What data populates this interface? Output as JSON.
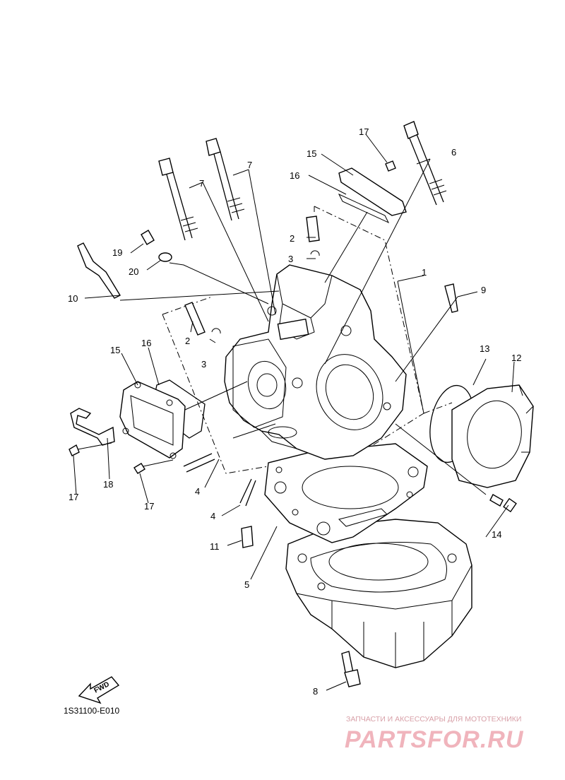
{
  "diagram": {
    "code": "1S31100-E010",
    "fwd_label": "FWD",
    "callouts": [
      {
        "id": "c1",
        "text": "1"
      },
      {
        "id": "c2a",
        "text": "2"
      },
      {
        "id": "c2b",
        "text": "2"
      },
      {
        "id": "c3a",
        "text": "3"
      },
      {
        "id": "c3b",
        "text": "3"
      },
      {
        "id": "c4a",
        "text": "4"
      },
      {
        "id": "c4b",
        "text": "4"
      },
      {
        "id": "c5",
        "text": "5"
      },
      {
        "id": "c6",
        "text": "6"
      },
      {
        "id": "c7a",
        "text": "7"
      },
      {
        "id": "c7b",
        "text": "7"
      },
      {
        "id": "c8",
        "text": "8"
      },
      {
        "id": "c9",
        "text": "9"
      },
      {
        "id": "c10",
        "text": "10"
      },
      {
        "id": "c11",
        "text": "11"
      },
      {
        "id": "c12",
        "text": "12"
      },
      {
        "id": "c13",
        "text": "13"
      },
      {
        "id": "c14",
        "text": "14"
      },
      {
        "id": "c15a",
        "text": "15"
      },
      {
        "id": "c15b",
        "text": "15"
      },
      {
        "id": "c16a",
        "text": "16"
      },
      {
        "id": "c16b",
        "text": "16"
      },
      {
        "id": "c17a",
        "text": "17"
      },
      {
        "id": "c17b",
        "text": "17"
      },
      {
        "id": "c17c",
        "text": "17"
      },
      {
        "id": "c18",
        "text": "18"
      },
      {
        "id": "c19",
        "text": "19"
      },
      {
        "id": "c20",
        "text": "20"
      }
    ]
  },
  "watermark": {
    "tagline": "ЗАПЧАСТИ И АКСЕССУАРЫ ДЛЯ МОТОТЕХНИКИ",
    "brand": "PARTSFOR.RU"
  }
}
